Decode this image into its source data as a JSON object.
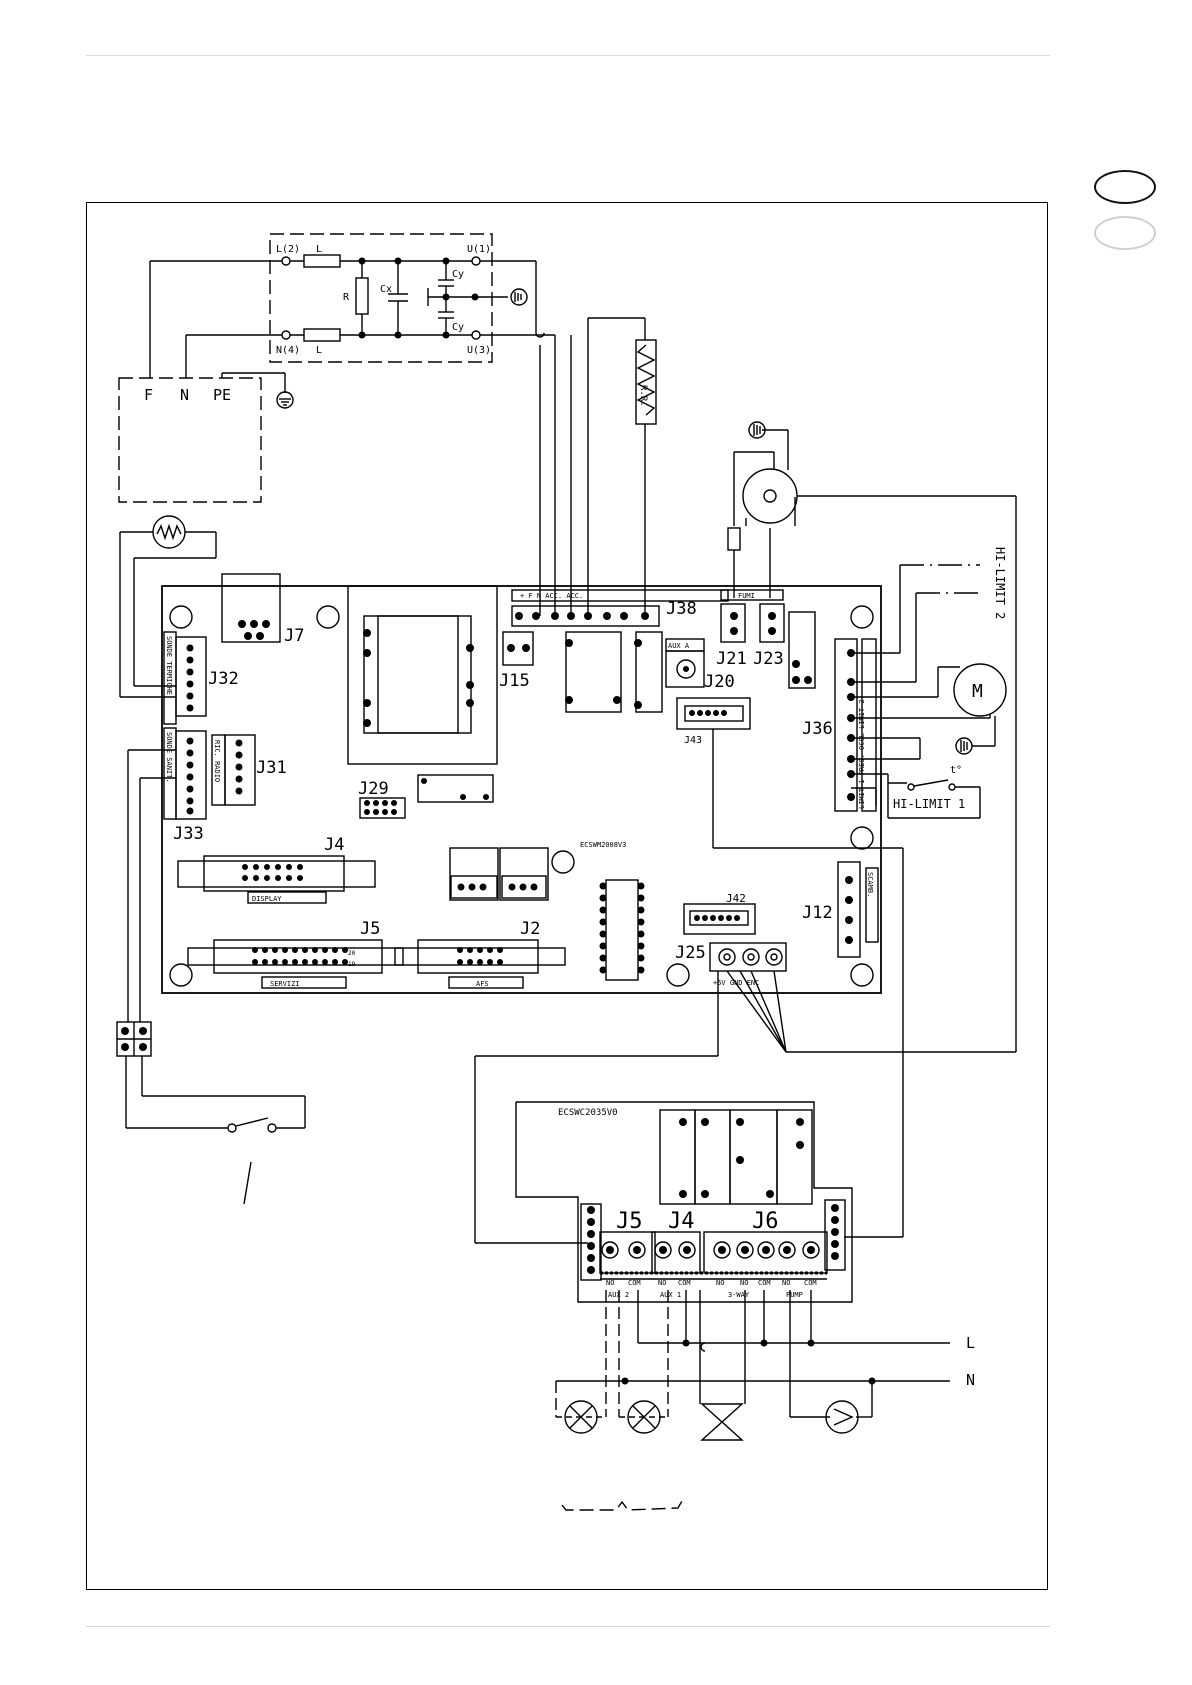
{
  "diagram": {
    "board_id": "ECSWM2008V3",
    "expansion_board_id": "ECSWC2035V0",
    "filter": {
      "labels": [
        "L(2)",
        "N(4)",
        "U(1)",
        "U(3)",
        "L",
        "L",
        "R",
        "Cx",
        "Cy",
        "Cy"
      ]
    },
    "mains": [
      "F",
      "N",
      "PE"
    ],
    "connectors": {
      "j38": "J38",
      "j7": "J7",
      "j32": "J32",
      "j33": "J33",
      "j31": "J31",
      "j29": "J29",
      "j4": "J4",
      "j5": "J5",
      "j2": "J2",
      "j15": "J15",
      "j20": "J20",
      "j43": "J43",
      "j21": "J21",
      "j23": "J23",
      "j36": "J36",
      "j42": "J42",
      "j12": "J12",
      "j25": "J25",
      "x_j5": "J5",
      "x_j4": "J4",
      "x_j6": "J6"
    },
    "strip_labels": {
      "j38_strip": "+    F   N  ACC.      ACC.",
      "fumi": "FUMI",
      "aux_a": "AUX A",
      "display": "DISPLAY",
      "servizi": "SERVIZI",
      "afs": "AFS",
      "scamb": "SCAMB.",
      "j36_strip": "LIMIT 1 PRES.  OCCL  LIMIT 2",
      "sonde_termiche": "SONDE TERMICHE",
      "sonde_sanit": "SONDE SANIT.",
      "ric_radio": "RIC. RADIO",
      "j25_pins": "+5V GND ENC",
      "pin_20": "20",
      "pin_19": "19"
    },
    "side_labels": {
      "hi_limit_1": "HI-LIMIT 1",
      "hi_limit_2": "HI-LIMIT 2",
      "t_symbol": "t°",
      "motor": "M",
      "fan_resistor": "R.R."
    },
    "expansion_pins": [
      "NO",
      "COM",
      "NO",
      "COM",
      "NO",
      "NO",
      "COM",
      "NO",
      "COM"
    ],
    "expansion_groups": [
      "AUX 2",
      "AUX 1",
      "3-WAY",
      "PUMP"
    ],
    "lines": [
      "L",
      "N"
    ]
  }
}
